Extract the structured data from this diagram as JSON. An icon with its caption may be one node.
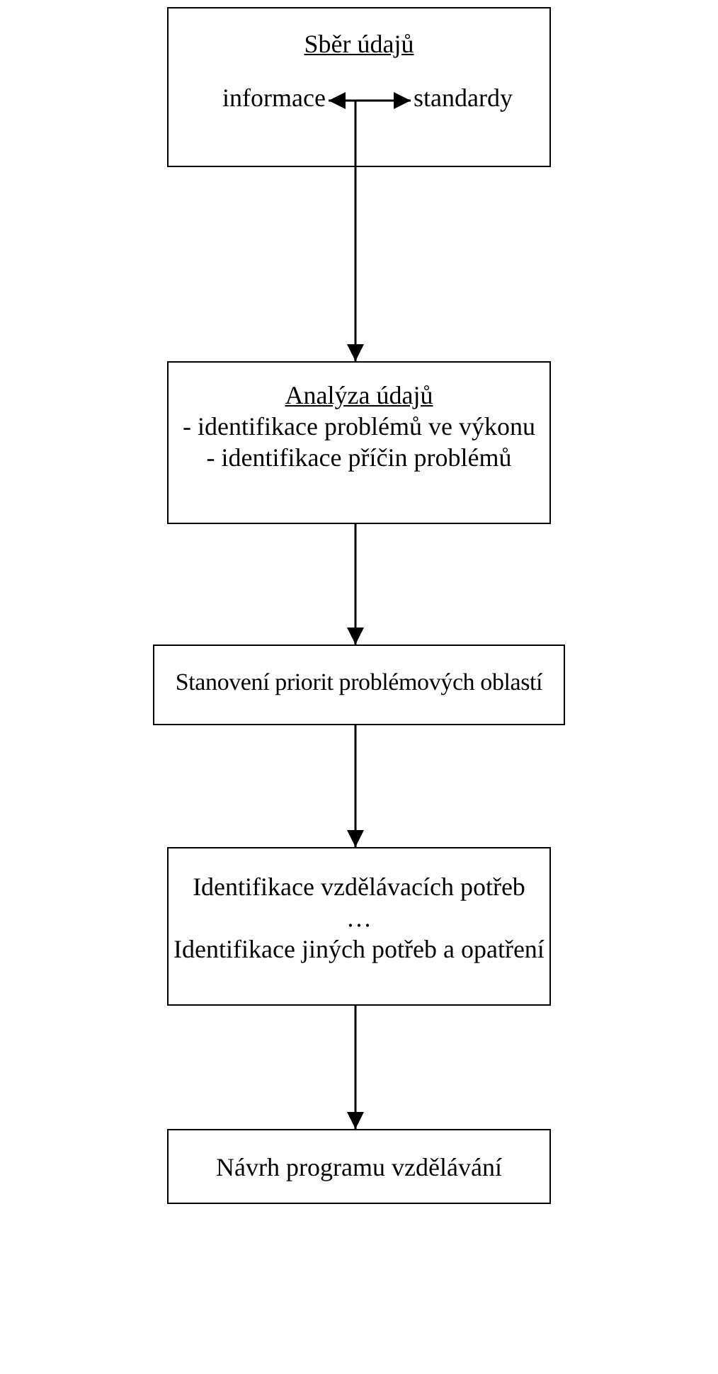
{
  "diagram": {
    "nodes": [
      {
        "text": [
          "Sběr údajů"
        ]
      },
      {
        "text": [
          "informace"
        ],
        "in": 0
      },
      {
        "text": [
          "standardy"
        ],
        "in": 0
      },
      {
        "text": [
          "Analýza údajů",
          "- identifikace problémů ve výkonu",
          "- identifikace příčin problémů"
        ]
      },
      {
        "text": [
          "Stanovení priorit problémových oblastí"
        ]
      },
      {
        "text": [
          "Identifikace vzdělávacích potřeb",
          "…",
          "Identifikace jiných potřeb a opatření"
        ]
      },
      {
        "text": [
          "Návrh programu vzdělávání"
        ]
      }
    ],
    "edges": [
      {
        "from": 1,
        "to": 2,
        "arrow": "both"
      },
      {
        "from": 0,
        "to": 3,
        "arrow": "to"
      },
      {
        "from": 3,
        "to": 4,
        "arrow": "to"
      },
      {
        "from": 4,
        "to": 5,
        "arrow": "to"
      },
      {
        "from": 5,
        "to": 6,
        "arrow": "to"
      }
    ]
  }
}
